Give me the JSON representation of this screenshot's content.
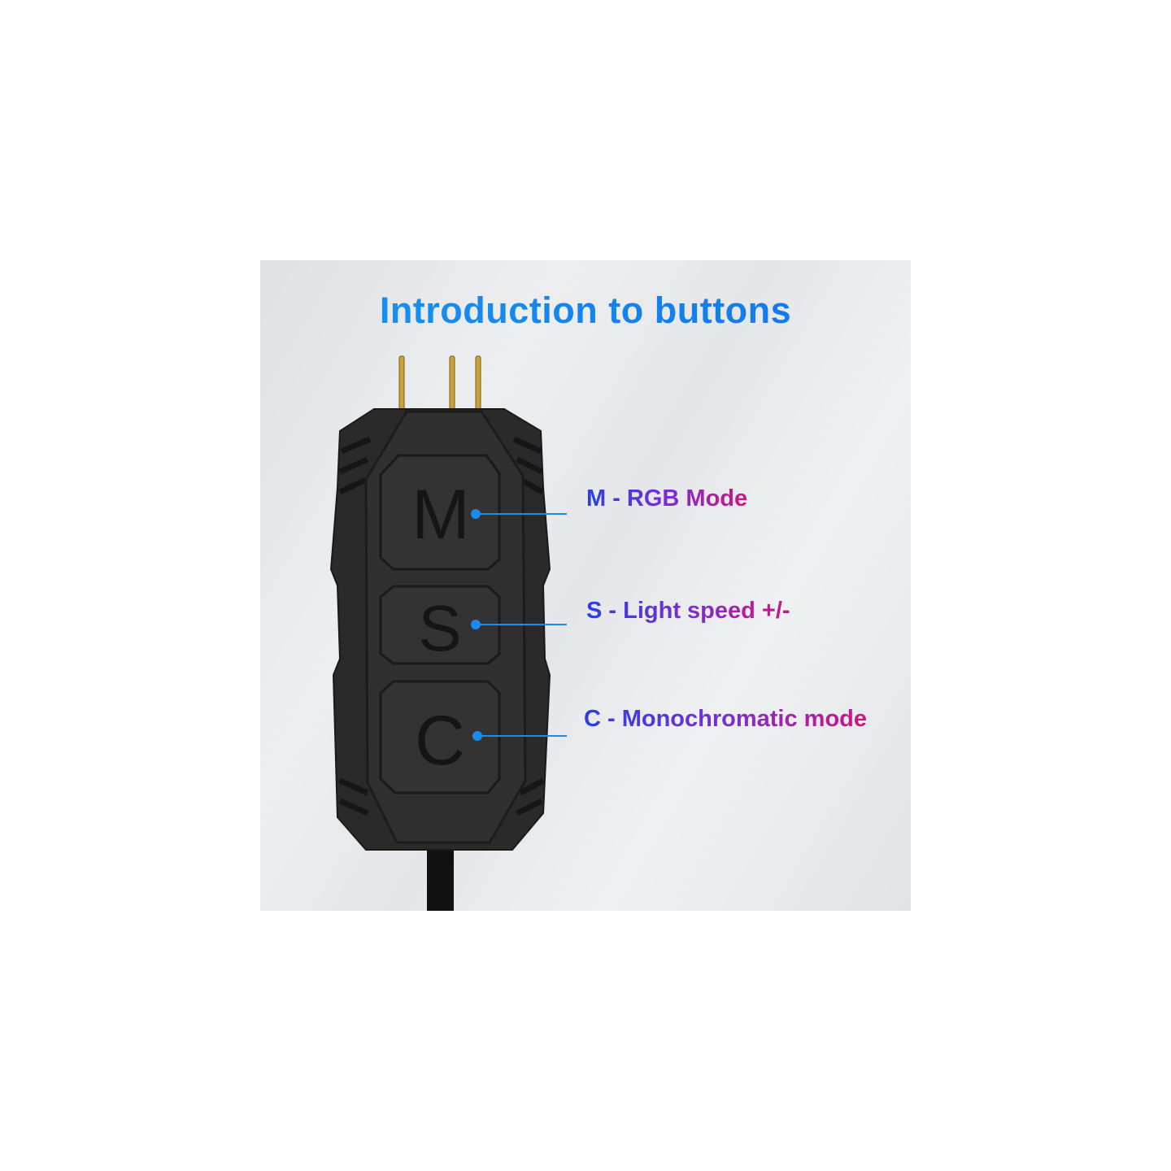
{
  "title": "Introduction to buttons",
  "buttons": [
    {
      "letter": "M",
      "label": "M - RGB Mode"
    },
    {
      "letter": "S",
      "label": "S - Light speed +/-"
    },
    {
      "letter": "C",
      "label": "C - Monochromatic mode"
    }
  ],
  "colors": {
    "title": "#1a7ff0",
    "callout": "#1a8cf0",
    "device": "#2b2b2b",
    "label_start": "#2a3fe0",
    "label_end": "#d0157f"
  }
}
